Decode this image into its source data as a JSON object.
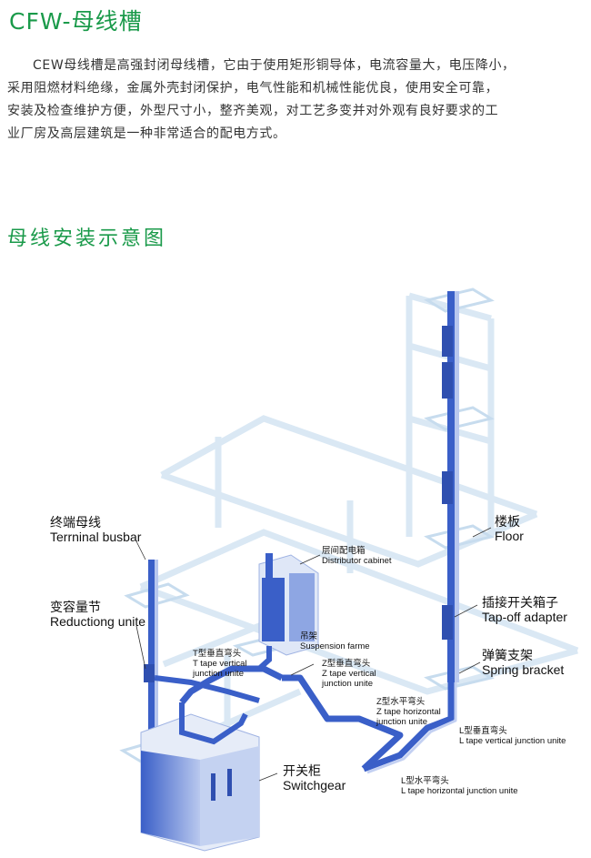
{
  "title": "CFW-母线槽",
  "intro_lines": [
    "CEW母线槽是高强封闭母线槽，它由于使用矩形铜导体，电流容量大，电压降小，",
    "采用阻燃材料绝缘，金属外壳封闭保护，电气性能和机械性能优良，使用安全可靠，",
    "安装及检查维护方便，外型尺寸小，整齐美观，对工艺多变并对外观有良好要求的工",
    "业厂房及高层建筑是一种非常适合的配电方式。"
  ],
  "section_title": "母线安装示意图",
  "colors": {
    "heading": "#1a9a4a",
    "busbar": "#3a5fc8",
    "frame": "#cfe3f2"
  },
  "labels": {
    "terminal": {
      "cn": "终端母线",
      "en": "Terrninal busbar"
    },
    "reduction": {
      "cn": "变容量节",
      "en": "Reductiong unite"
    },
    "t_vertical": {
      "cn": "T型垂直弯头",
      "en1": "T tape vertical",
      "en2": "junction unite"
    },
    "distributor": {
      "cn": "层间配电箱",
      "en": "Distributor cabinet"
    },
    "suspension": {
      "cn": "吊架",
      "en": "Suspension farme"
    },
    "z_vertical": {
      "cn": "Z型垂直弯头",
      "en1": "Z tape vertical",
      "en2": "junction unite"
    },
    "z_horizontal": {
      "cn": "Z型水平弯头",
      "en1": "Z tape horizontal",
      "en2": "junction unite"
    },
    "l_vertical": {
      "cn": "L型垂直弯头",
      "en": "L tape vertical junction unite"
    },
    "l_horizontal": {
      "cn": "L型水平弯头",
      "en": "L tape horizontal junction unite"
    },
    "switchgear": {
      "cn": "开关柜",
      "en": "Switchgear"
    },
    "floor": {
      "cn": "楼板",
      "en": "Floor"
    },
    "tapoff": {
      "cn": "插接开关箱子",
      "en": "Tap-off adapter"
    },
    "spring": {
      "cn": "弹簧支架",
      "en": "Spring bracket"
    }
  }
}
